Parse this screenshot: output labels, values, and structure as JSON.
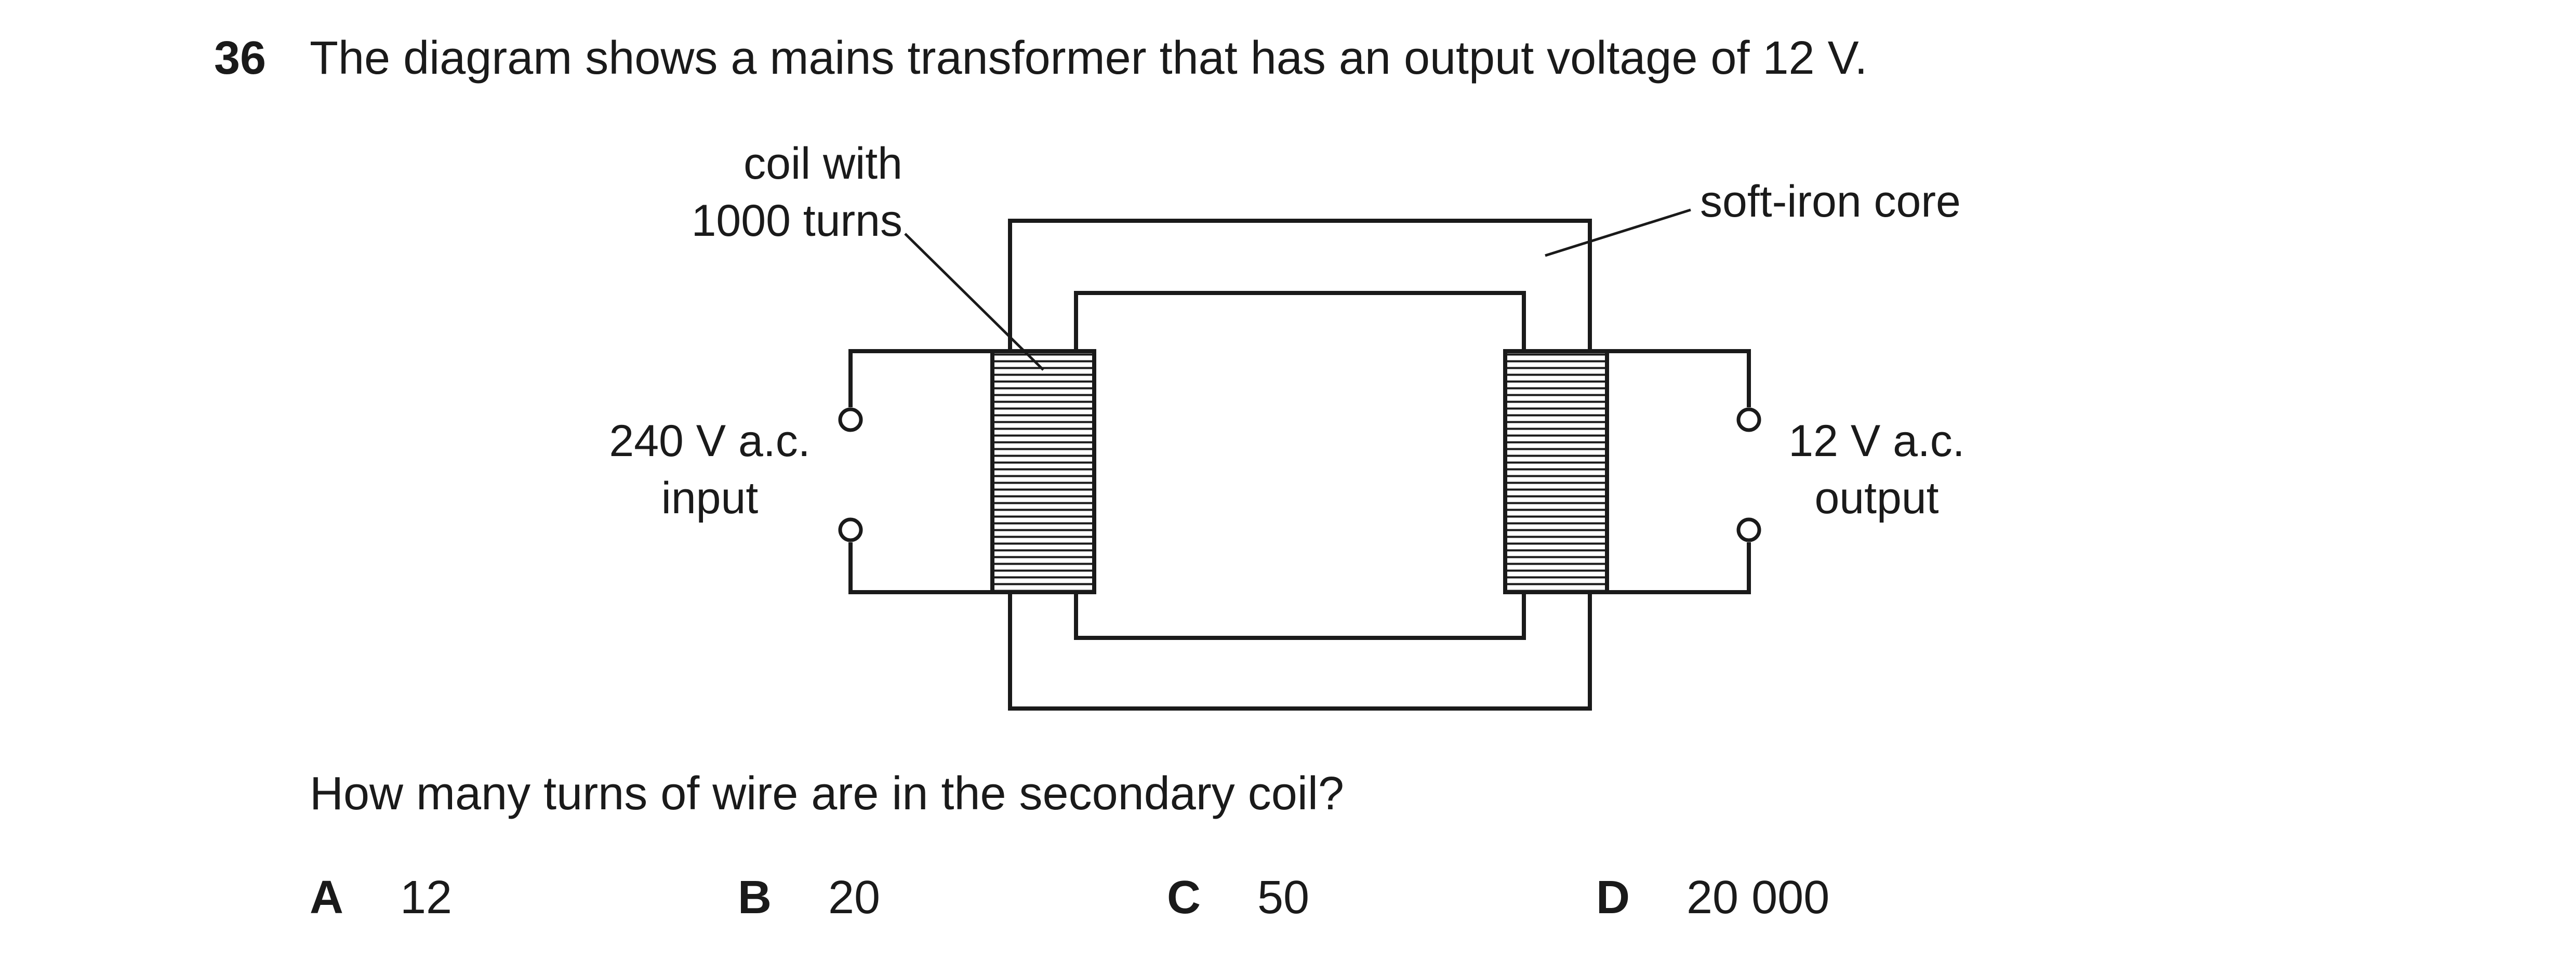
{
  "question": {
    "number": "36",
    "stem": "The diagram shows a mains transformer that has an output voltage of 12 V.",
    "sub_question": "How many turns of wire are in the secondary coil?"
  },
  "diagram": {
    "labels": {
      "coil_line1": "coil with",
      "coil_line2": "1000 turns",
      "core": "soft-iron core",
      "input_line1": "240 V a.c.",
      "input_line2": "input",
      "output_line1": "12 V a.c.",
      "output_line2": "output"
    }
  },
  "options": [
    {
      "letter": "A",
      "value": "12"
    },
    {
      "letter": "B",
      "value": "20"
    },
    {
      "letter": "C",
      "value": "50"
    },
    {
      "letter": "D",
      "value": "20 000"
    }
  ]
}
